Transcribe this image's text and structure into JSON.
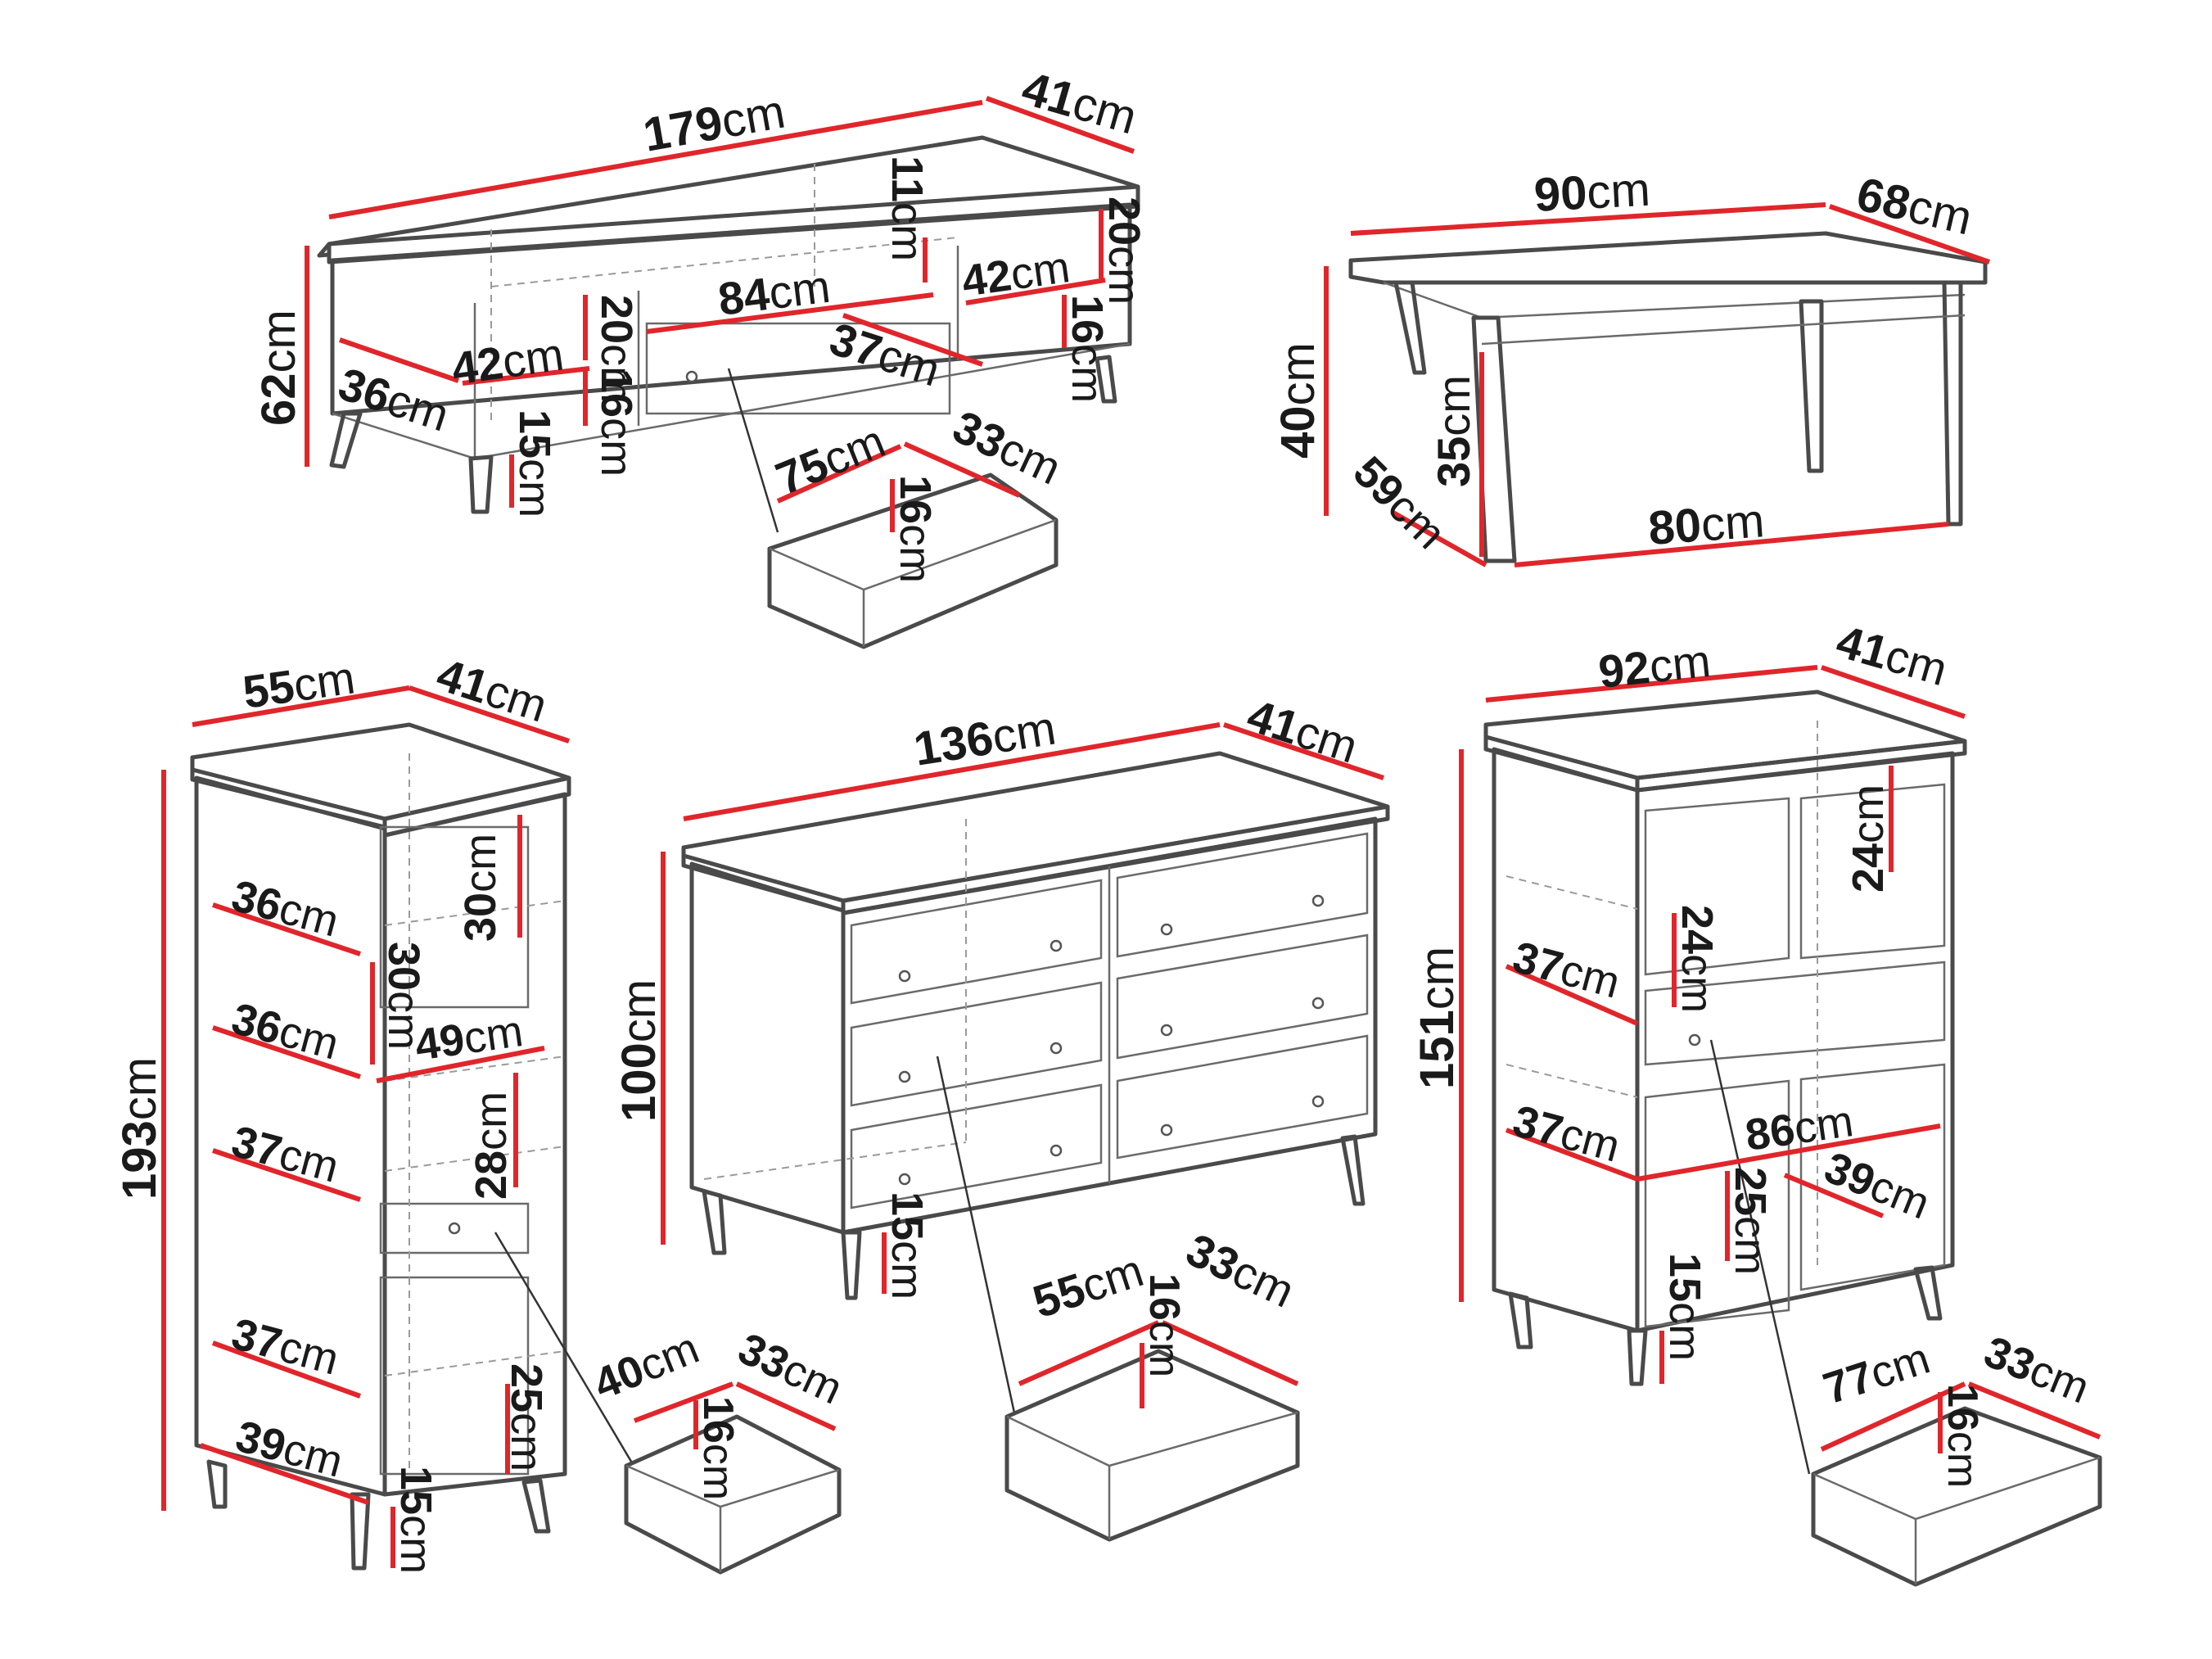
{
  "unit": "cm",
  "tv_cabinet": {
    "width": "179",
    "depth": "41",
    "height": "62",
    "inner_depth": "36",
    "left_shelf_width": "42",
    "left_opening_height": "20",
    "left_drawer_height": "16",
    "leg_height": "15",
    "center_width": "84",
    "center_top_height": "11",
    "center_depth": "37",
    "right_shelf_width": "42",
    "right_top_height": "20",
    "right_drawer_height": "16",
    "drawer_width": "75",
    "drawer_depth": "33",
    "drawer_height": "16"
  },
  "coffee_table": {
    "width": "90",
    "depth": "68",
    "height": "40",
    "inner_height": "35",
    "inner_depth": "59",
    "inner_width": "80"
  },
  "tall_cabinet": {
    "width": "55",
    "depth": "41",
    "height": "193",
    "shelf_1_depth": "36",
    "shelf_1_height": "30",
    "shelf_2_depth": "36",
    "shelf_2_height": "30",
    "middle_width": "49",
    "shelf_3_depth": "37",
    "shelf_3_height": "28",
    "shelf_4_depth": "37",
    "lower_height": "25",
    "base_depth": "39",
    "leg_height": "15",
    "drawer_width": "40",
    "drawer_depth": "33",
    "drawer_height": "16"
  },
  "dresser": {
    "width": "136",
    "depth": "41",
    "height": "100",
    "leg_height": "15",
    "drawer_width": "55",
    "drawer_depth": "33",
    "drawer_height": "16"
  },
  "highboard": {
    "width": "92",
    "depth": "41",
    "height": "151",
    "upper_height_right": "24",
    "upper_height_left": "24",
    "shelf_1_depth": "37",
    "shelf_2_depth": "37",
    "inner_width": "86",
    "lower_height": "25",
    "inner_depth": "39",
    "leg_height": "15",
    "drawer_width": "77",
    "drawer_depth": "33",
    "drawer_height": "16"
  }
}
